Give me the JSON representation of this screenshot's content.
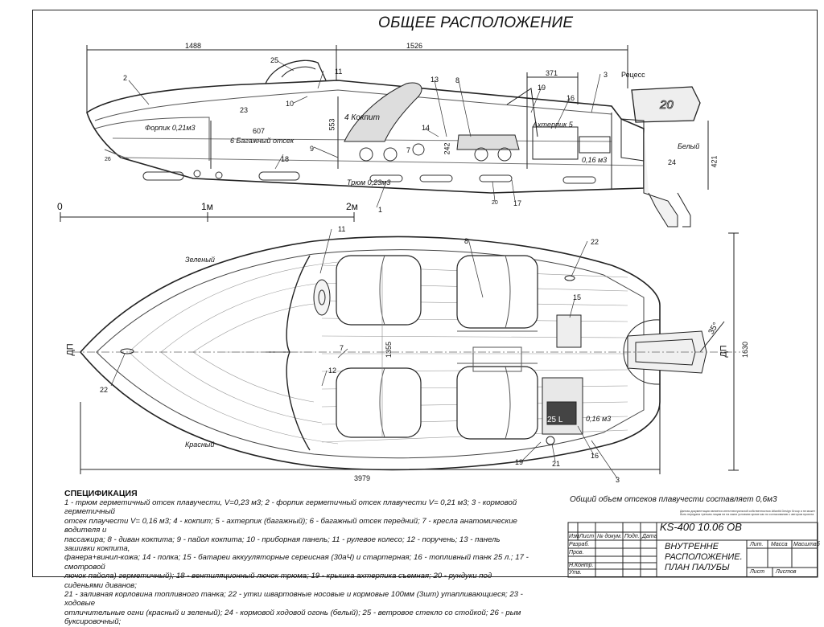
{
  "title": "ОБЩЕЕ РАСПОЛОЖЕНИЕ",
  "side_view": {
    "dims": {
      "overall_fwd": "1488",
      "overall_aft": "1526",
      "motor": "371",
      "cockpit_h": "553",
      "bagazh_len": "607",
      "seat_h": "242",
      "transom_h": "421"
    },
    "callouts": {
      "c1": "1",
      "c2": "2",
      "c3": "3",
      "c7": "7",
      "c8": "8",
      "c9": "9",
      "c10": "10",
      "c11": "11",
      "c13": "13",
      "c14": "14",
      "c16": "16",
      "c17": "17",
      "c18": "18",
      "c19": "19",
      "c20": "20",
      "c23": "23",
      "c24": "24",
      "c25": "25",
      "c26": "26"
    },
    "labels": {
      "forpik": "Форпик 0,21м3",
      "bagazh": "6 Багажный отсек",
      "kokpit": "4 Кокпит",
      "trum": "Трюм 0,23м3",
      "ahterpik": "Ахтерпик 5",
      "aft_vol": "0,16 м3",
      "recess": "Рецесс",
      "beliy": "Белый",
      "motor_power": "20"
    },
    "scale": {
      "s0": "0",
      "s1": "1м",
      "s2": "2м"
    }
  },
  "plan_view": {
    "callouts": {
      "c3": "3",
      "c7": "7",
      "c8": "8",
      "c11": "11",
      "c12": "12",
      "c15": "15",
      "c16": "16",
      "c19": "19",
      "c21": "21",
      "c22a": "22",
      "c22b": "22"
    },
    "labels": {
      "zeleniy": "Зеленый",
      "krasniy": "Красный",
      "dp_left": "ДП",
      "dp_right": "ДП",
      "angle": "35°",
      "vol": "0,16 м3",
      "tank": "25 L"
    },
    "dims": {
      "length": "3979",
      "width": "1630",
      "inner": "1355"
    }
  },
  "spec": {
    "heading": "СПЕЦИФИКАЦИЯ",
    "lines": [
      "1 - трюм герметичный отсек плавучести, V=0,23 м3; 2 - форпик герметичный отсек плавучести V= 0,21 м3; 3 - кормовой герметичный",
      "отсек плаучести V= 0,16 м3; 4 - кокпит; 5 - ахтерпик (багажный); 6 - багажный отсек передний; 7 - кресла анатомические водителя и",
      "пассажира; 8 - диван кокпита; 9 - пайол кокпита; 10 - приборная панель; 11 - рулевое колесо; 12 - поручень; 13 - панель зашивки кокпита,",
      "фанера+винил-кожа; 14 - полка; 15 - батареи аккууляторные сереисная (30аЧ) и стартерная; 16 - топливный танк 25 л.; 17 - смотровой",
      "лючок пайола) герметичный); 18 - вентиляционный лючок трюма; 19 - крышка ахтерпика съемная; 20 - рундуки под сиденьями диванов;",
      "21 - заливная корловина топливного танка; 22 - утки швартовные носовые и кормовые 100мм (3шт) утапливающиеся; 23 - ходовые",
      "отличительные огни (красный и зеленый); 24 - кормовой ходовой огонь (белый); 25 - ветровое стекло со стойкой; 26 - рым буксировочный;"
    ]
  },
  "total_volume": "Общий объем отсеков плавучести составляет 0,6м3",
  "notice": "Данная документация является интеллектуальной собственностью Atlantik Design Group и не может быть передана третьим лицам ни на каких условиях кроме как по согласованию с автором проекта",
  "title_block": {
    "code": "KS-400 10.06 ОВ",
    "name1": "ВНУТРЕННЕ",
    "name2": "РАСПОЛОЖЕНИЕ.",
    "name3": "ПЛАН ПАЛУБЫ",
    "cols": {
      "izm": "Изм",
      "list": "Лист",
      "ndok": "№ докум.",
      "podp": "Подп.",
      "data": "Дата"
    },
    "rows": {
      "razrab": "Разраб.",
      "prov": "Пров.",
      "nkontr": "Н.Контр.",
      "utv": "Утв."
    },
    "lit": "Лит.",
    "massa": "Масса",
    "masshtab": "Масштаб",
    "list2": "Лист",
    "listov": "Листов"
  }
}
